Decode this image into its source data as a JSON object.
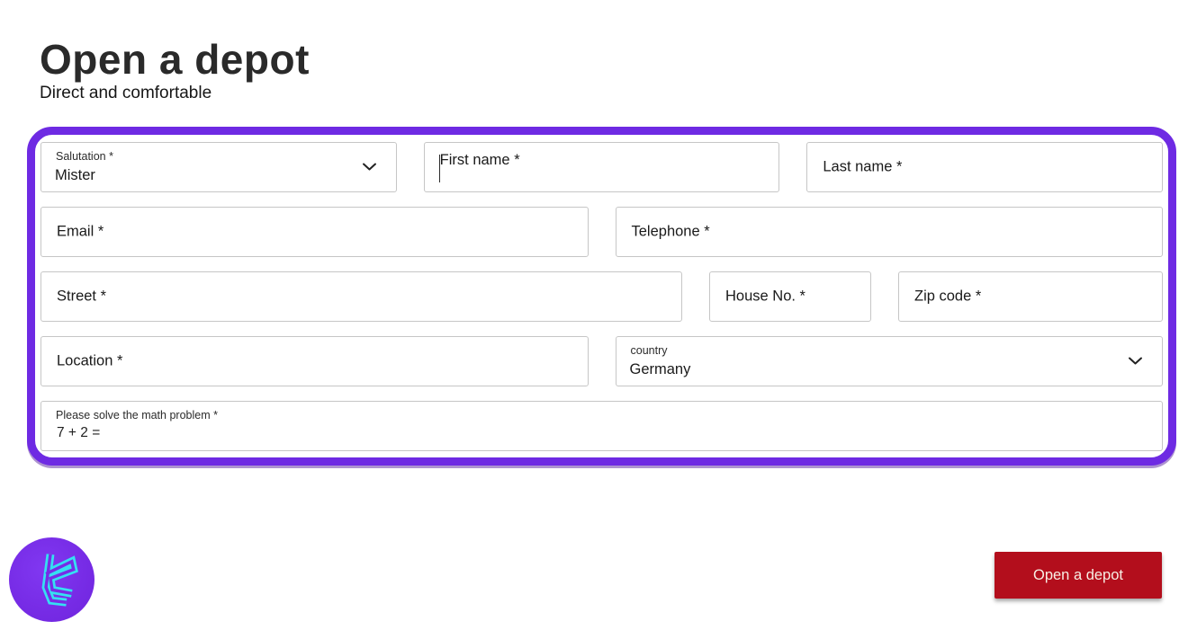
{
  "header": {
    "title": "Open a depot",
    "subtitle": "Direct and comfortable"
  },
  "form": {
    "salutation": {
      "label": "Salutation *",
      "value": "Mister"
    },
    "first_name": {
      "label": "First name *",
      "value": ""
    },
    "last_name": {
      "label": "Last name *",
      "value": ""
    },
    "email": {
      "label": "Email *",
      "value": ""
    },
    "telephone": {
      "label": "Telephone *",
      "value": ""
    },
    "street": {
      "label": "Street *",
      "value": ""
    },
    "house_no": {
      "label": "House No. *",
      "value": ""
    },
    "zip_code": {
      "label": "Zip code *",
      "value": ""
    },
    "location": {
      "label": "Location *",
      "value": ""
    },
    "country": {
      "label": "country",
      "value": "Germany"
    },
    "math_captcha": {
      "label": "Please solve the math problem *",
      "value": "7 + 2 ="
    }
  },
  "actions": {
    "submit_label": "Open a depot"
  },
  "icons": {
    "selects": "chevron-down-icon",
    "brand": "brand-logo"
  },
  "colors": {
    "panel_border_purple": "#6e2ae3",
    "button_red": "#b30e1c",
    "logo_circle_purple": "#772ce6",
    "logo_glyph_cyan": "#35e0f2",
    "field_border_gray": "#c6c6c6",
    "text_dark": "#1a1a1a"
  }
}
